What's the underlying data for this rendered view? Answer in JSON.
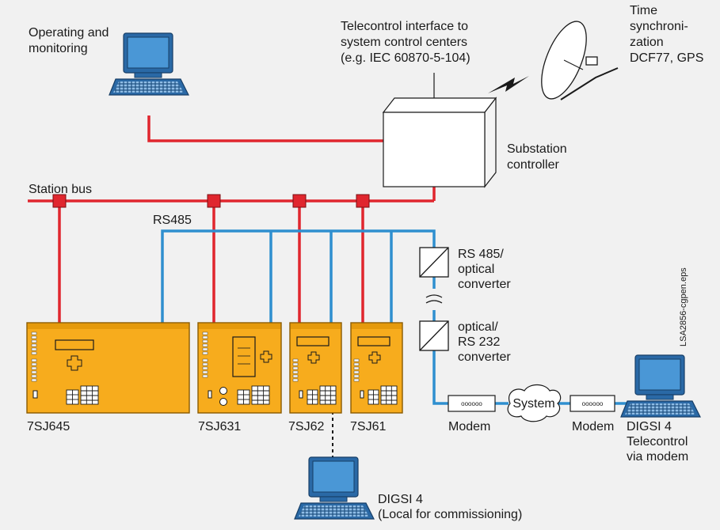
{
  "title": "",
  "labels": {
    "operating_1": "Operating and",
    "operating_2": "monitoring",
    "telecontrol_1": "Telecontrol interface to",
    "telecontrol_2": "system control centers",
    "telecontrol_3": "(e.g. IEC 60870-5-104)",
    "time_1": "Time",
    "time_2": "synchroni-",
    "time_3": "zation",
    "time_4": "DCF77, GPS",
    "substation_1": "Substation",
    "substation_2": "controller",
    "station_bus": "Station bus",
    "rs485": "RS485",
    "rs485conv_1": "RS 485/",
    "rs485conv_2": "optical",
    "rs485conv_3": "converter",
    "optconv_1": "optical/",
    "optconv_2": "RS 232",
    "optconv_3": "converter",
    "file_id": "LSA2856-cgpen.eps",
    "system": "System",
    "modem_left": "Modem",
    "modem_right": "Modem",
    "digsi_remote_1": "DIGSI 4",
    "digsi_remote_2": "Telecontrol",
    "digsi_remote_3": "via modem",
    "digsi_local_1": "DIGSI 4",
    "digsi_local_2": "(Local for commissioning)"
  },
  "devices": [
    "7SJ645",
    "7SJ631",
    "7SJ62",
    "7SJ61"
  ],
  "colors": {
    "background": "#f1f1f1",
    "station_bus": "#e0262e",
    "rs485_bus": "#2f8fcf",
    "relay_fill": "#f7ac1d",
    "relay_border": "#8a5a00",
    "terminal_screen": "#3a86c8",
    "terminal_body": "#2a69a6"
  }
}
